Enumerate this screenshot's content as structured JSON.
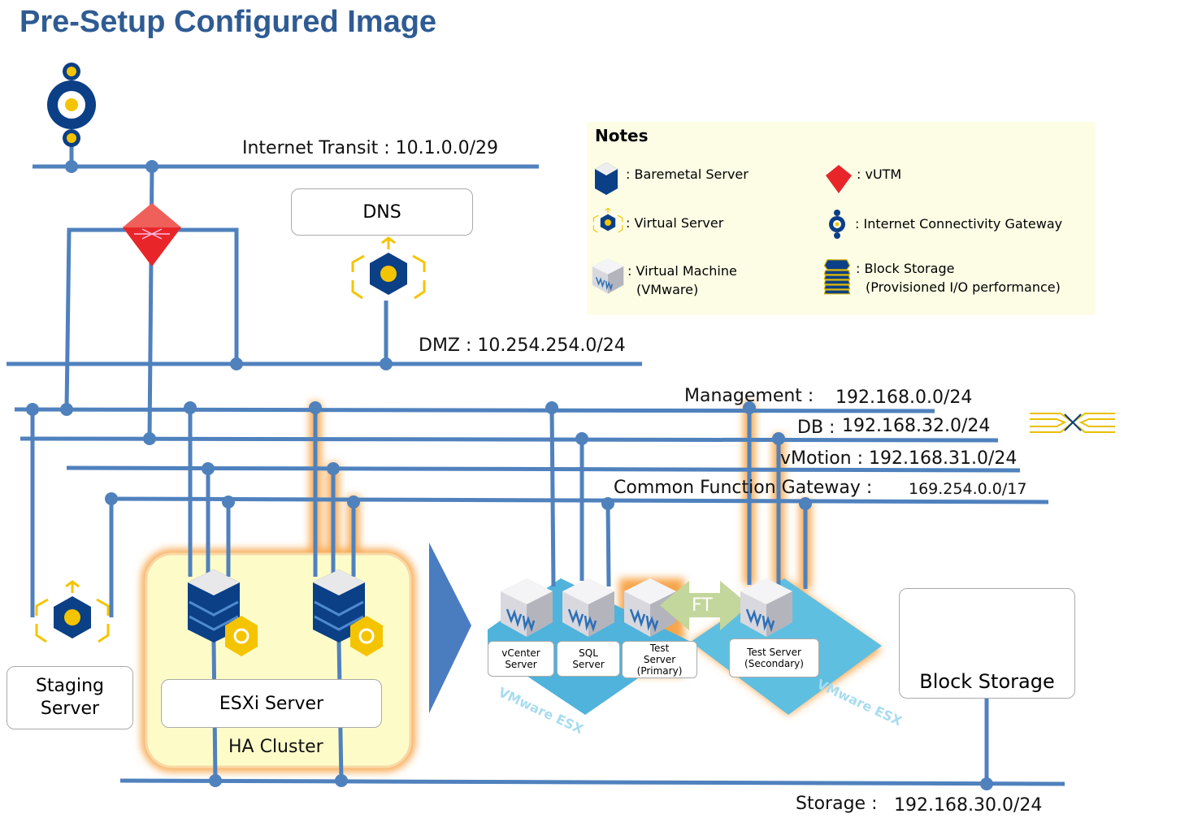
{
  "title": "Pre-Setup Configured Image",
  "networks": {
    "internet_transit": "Internet Transit : 10.1.0.0/29",
    "dmz": "DMZ : 10.254.254.0/24",
    "management_label": "Management :",
    "management_cidr": "192.168.0.0/24",
    "db_label": "DB :",
    "db_cidr": "192.168.32.0/24",
    "vmotion": "vMotion : 192.168.31.0/24",
    "cfg_label": "Common Function Gateway :",
    "cfg_cidr": "169.254.0.0/17",
    "storage_label": "Storage :",
    "storage_cidr": "192.168.30.0/24"
  },
  "nodes": {
    "dns": "DNS",
    "staging": "Staging Server",
    "esxi": "ESXi Server",
    "ha_cluster": "HA Cluster",
    "block_storage": "Block Storage",
    "ft": "FT",
    "vcenter": "vCenter Server",
    "sql": "SQL Server",
    "test_primary": "Test Server (Primary)",
    "test_secondary": "Test Server (Secondary)",
    "esx_text": "VMware ESX"
  },
  "notes": {
    "title": "Notes",
    "items": [
      {
        "icon": "baremetal-server-icon",
        "label": ": Baremetal Server"
      },
      {
        "icon": "vutm-icon",
        "label": ": vUTM"
      },
      {
        "icon": "virtual-server-icon",
        "label": ": Virtual Server"
      },
      {
        "icon": "internet-gateway-icon",
        "label": ": Internet Connectivity Gateway"
      },
      {
        "icon": "virtual-machine-icon",
        "label": ": Virtual Machine",
        "sub": "(VMware)"
      },
      {
        "icon": "block-storage-icon",
        "label": ": Block Storage",
        "sub": "(Provisioned I/O performance)"
      }
    ]
  },
  "colors": {
    "line": "#4f81bd",
    "title": "#2f5b93",
    "glow": "#f7a54a",
    "vutm": "#e8262a",
    "navy": "#0b3f86",
    "yellow": "#f5c400"
  }
}
